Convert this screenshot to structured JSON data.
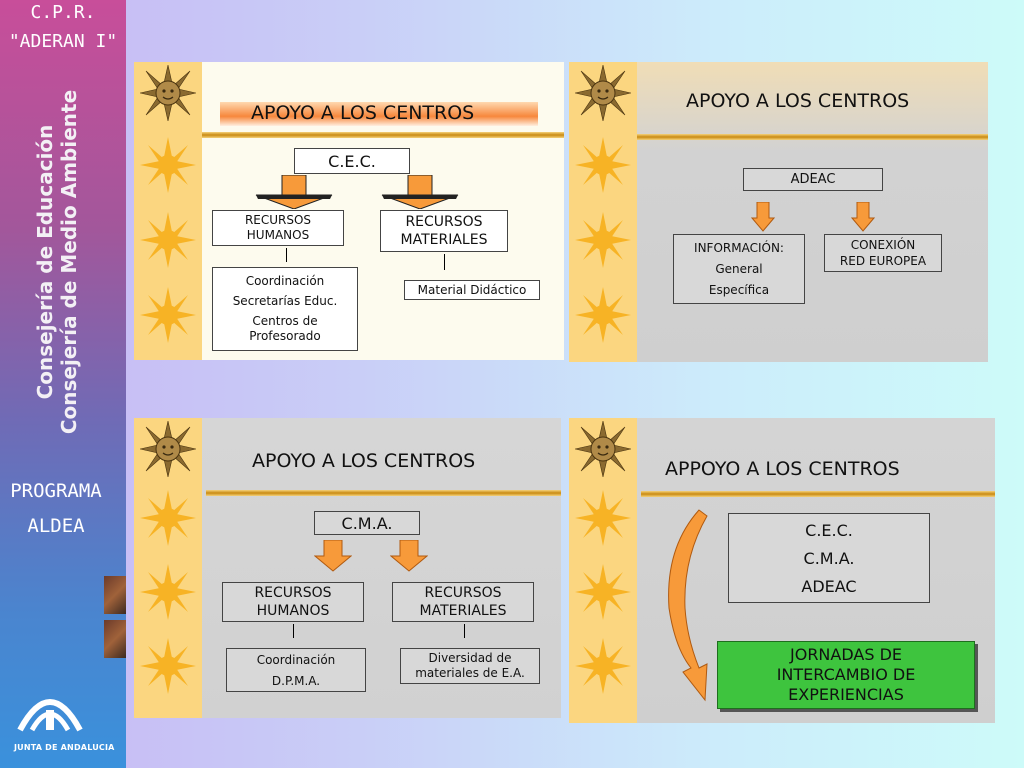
{
  "sidebar": {
    "cpr_line1": "C.P.R.",
    "cpr_line2": "\"ADERAN I\"",
    "vertical_line1": "Consejería de Educación",
    "vertical_line2": "Consejería de Medio Ambiente",
    "programa_line1": "PROGRAMA",
    "programa_line2": "ALDEA",
    "logo_caption": "JUNTA DE ANDALUCIA"
  },
  "slide1": {
    "title": "APOYO A LOS CENTROS",
    "root": "C.E.C.",
    "left_box": [
      "RECURSOS",
      "HUMANOS"
    ],
    "right_box": [
      "RECURSOS",
      "MATERIALES"
    ],
    "left_detail": [
      "Coordinación",
      "Secretarías Educ.",
      "Centros  de",
      "Profesorado"
    ],
    "right_detail": "Material Didáctico"
  },
  "slide2": {
    "title": "APOYO A LOS CENTROS",
    "root": "ADEAC",
    "left_box": [
      "INFORMACIÓN:",
      "General",
      "Específica"
    ],
    "right_box": [
      "CONEXIÓN",
      "RED EUROPEA"
    ]
  },
  "slide3": {
    "title": "APOYO A LOS CENTROS",
    "root": "C.M.A.",
    "left_box": [
      "RECURSOS",
      "HUMANOS"
    ],
    "right_box": [
      "RECURSOS",
      "MATERIALES"
    ],
    "left_detail": [
      "Coordinación",
      "D.P.M.A."
    ],
    "right_detail": [
      "Diversidad de",
      "materiales de E.A."
    ]
  },
  "slide4": {
    "title": "APPOYO A LOS CENTROS",
    "list": [
      "C.E.C.",
      "C.M.A.",
      "ADEAC"
    ],
    "result": [
      "JORNADAS DE",
      "INTERCAMBIO DE",
      "EXPERIENCIAS"
    ]
  },
  "colors": {
    "accent_orange": "#f79a3a",
    "green": "#3ec43e",
    "strip": "#fbd680"
  },
  "icons": [
    "sun-icon",
    "sun-face-icon",
    "down-arrow-icon",
    "curved-arrow-icon",
    "junta-logo-icon"
  ]
}
